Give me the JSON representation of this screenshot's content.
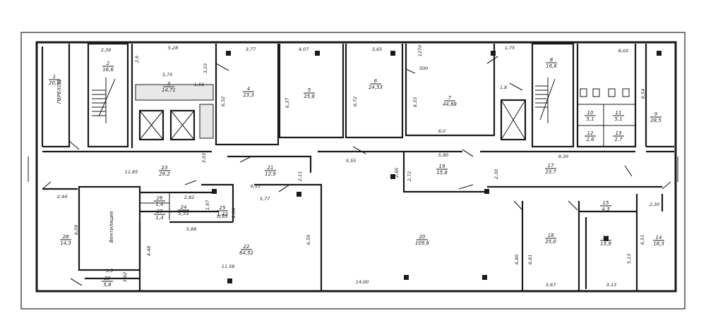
{
  "rooms": [
    {
      "num": "1",
      "area": "20,4"
    },
    {
      "num": "2",
      "area": "16,6"
    },
    {
      "num": "3",
      "area": "14,71"
    },
    {
      "num": "4",
      "area": "23,3"
    },
    {
      "num": "5",
      "area": "25,8"
    },
    {
      "num": "6",
      "area": "24,53"
    },
    {
      "num": "7",
      "area": "44,68"
    },
    {
      "num": "8",
      "area": "16,6"
    },
    {
      "num": "9",
      "area": "28,5"
    },
    {
      "num": "10",
      "area": "5,1"
    },
    {
      "num": "11",
      "area": "5,1"
    },
    {
      "num": "12",
      "area": "2,6"
    },
    {
      "num": "13",
      "area": "2,7"
    },
    {
      "num": "14",
      "area": "16,3"
    },
    {
      "num": "15",
      "area": "4,3"
    },
    {
      "num": "16",
      "area": "15,9"
    },
    {
      "num": "17",
      "area": "23,7"
    },
    {
      "num": "18",
      "area": "25,0"
    },
    {
      "num": "19",
      "area": "15,8"
    },
    {
      "num": "20",
      "area": "109,6"
    },
    {
      "num": "21",
      "area": "12,9"
    },
    {
      "num": "22",
      "area": "64,52"
    },
    {
      "num": "23",
      "area": "29,2"
    },
    {
      "num": "24",
      "area": "5,55"
    },
    {
      "num": "25",
      "area": "1,42"
    },
    {
      "num": "25b",
      "area": "0,93"
    },
    {
      "num": "26",
      "area": "1,4"
    },
    {
      "num": "27",
      "area": "1,4"
    },
    {
      "num": "28",
      "area": "14,3"
    },
    {
      "num": "29",
      "area": "5,8"
    }
  ],
  "labels": {
    "perekhod": "ПЕРЕХОД",
    "ventilation": "Вентиляция"
  },
  "dimensions": [
    "2,39",
    "5,28",
    "2,6",
    "3,23",
    "3,77",
    "4,07",
    "3,65",
    "1,75",
    "6,02",
    "3,75",
    "1,56",
    "6,32",
    "6,37",
    "6,72",
    "6,33",
    "1,8",
    "9,54",
    "6,0",
    "1270",
    "500",
    "5,80",
    "5,55",
    "2,85",
    "2,72",
    "2,30",
    "9,30",
    "11,95",
    "3,03",
    "2,11",
    "6,11",
    "5,77",
    "2,82",
    "1,97",
    "2,04",
    "2,44",
    "6,09",
    "5,88",
    "6,59",
    "4,48",
    "11,58",
    "14,00",
    "3,5",
    "1,62",
    "6,80",
    "6,81",
    "3,67",
    "3,13",
    "5,13",
    "6,51",
    "2,30"
  ]
}
